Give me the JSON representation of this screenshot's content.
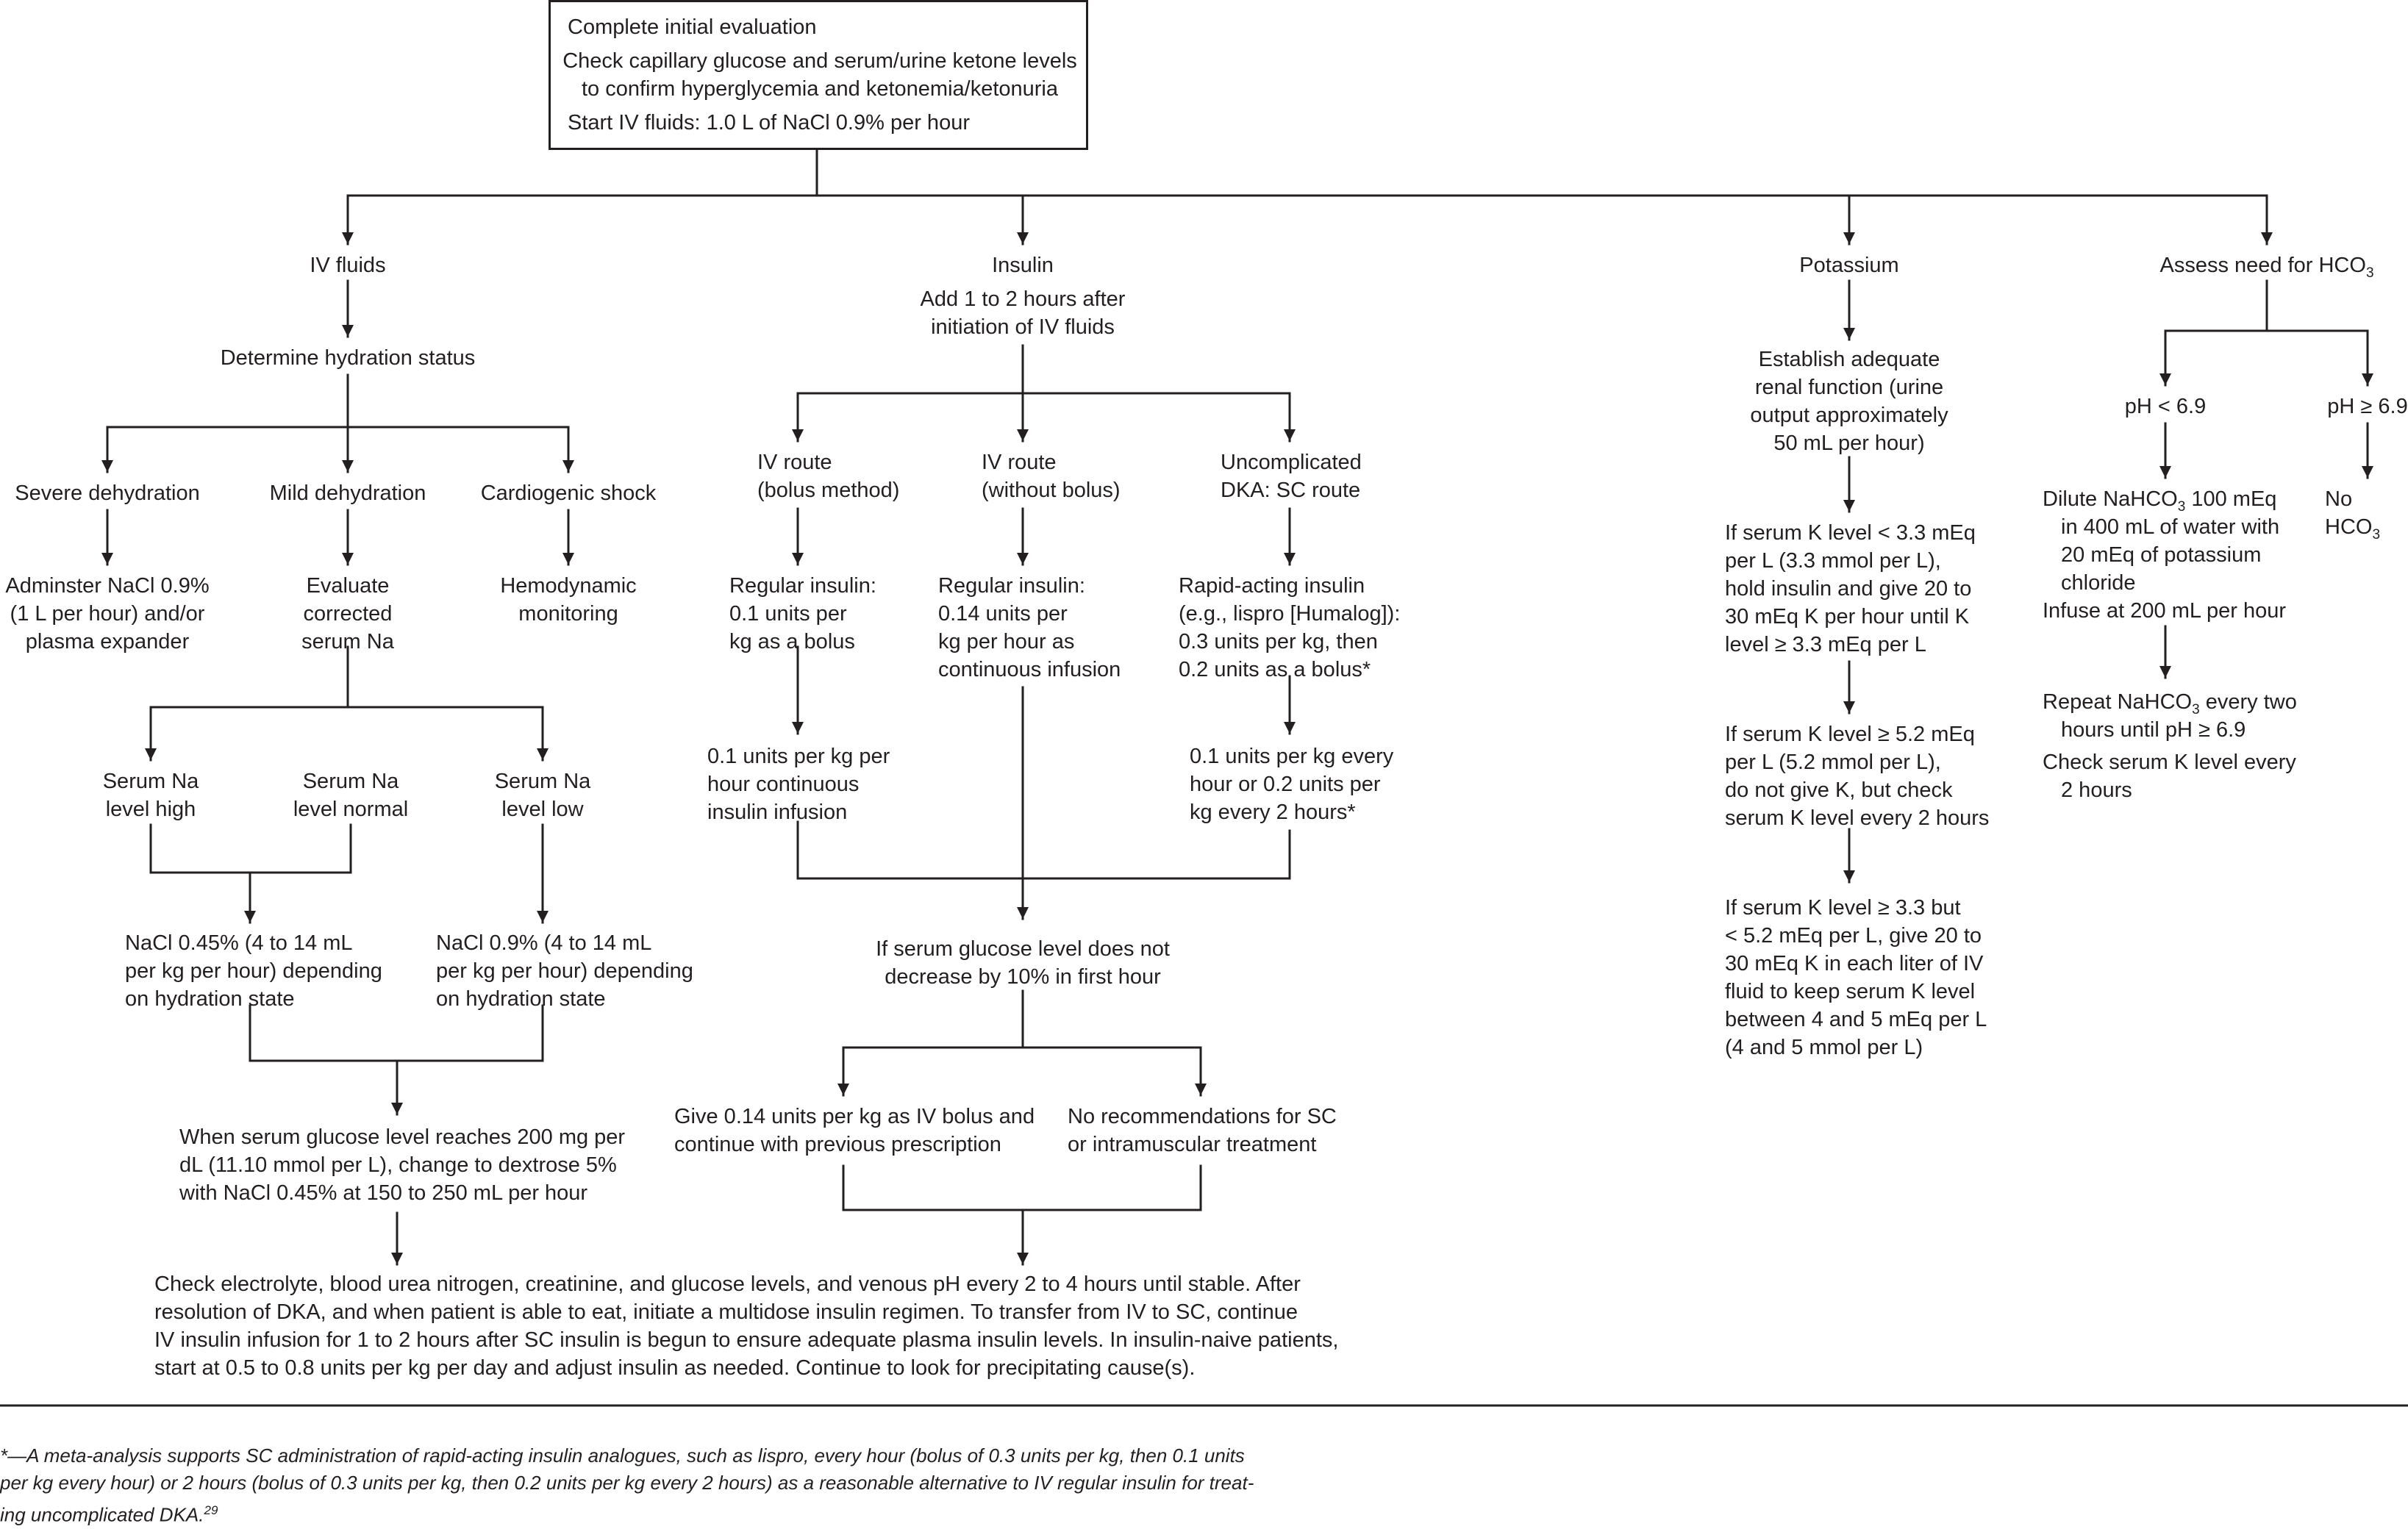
{
  "start": {
    "l1": "Complete initial evaluation",
    "l2": "Check capillary glucose and serum/urine ketone levels\nto confirm hyperglycemia and ketonemia/ketonuria",
    "l3": "Start IV fluids: 1.0 L of NaCl 0.9% per hour"
  },
  "ivfluids": {
    "title": "IV fluids",
    "hydration": "Determine hydration status",
    "severe": "Severe dehydration",
    "mild": "Mild dehydration",
    "shock": "Cardiogenic shock",
    "severe_action": "Adminster NaCl 0.9%\n(1 L per hour) and/or\nplasma expander",
    "evaluate": "Evaluate\ncorrected\nserum Na",
    "hemo": "Hemodynamic\nmonitoring",
    "na_high": "Serum Na\nlevel high",
    "na_normal": "Serum Na\nlevel normal",
    "na_low": "Serum Na\nlevel low",
    "nacl045": "NaCl 0.45% (4 to 14 mL\nper kg per hour) depending\non hydration state",
    "nacl09": "NaCl 0.9% (4 to 14 mL\nper kg per hour) depending\non hydration state",
    "glucose200": "When serum glucose level reaches 200 mg per\ndL (11.10 mmol per L), change to dextrose 5%\nwith NaCl 0.45% at 150 to 250 mL per hour"
  },
  "insulin": {
    "title": "Insulin",
    "timing": "Add 1 to 2 hours after\ninitiation of IV fluids",
    "route_bolus": "IV route\n(bolus method)",
    "route_nobolus": "IV route\n(without bolus)",
    "route_sc": "Uncomplicated\nDKA: SC route",
    "reg_bolus": "Regular insulin:\n0.1 units per\nkg as a bolus",
    "reg_cont": "Regular insulin:\n0.14 units per\nkg per hour as\ncontinuous infusion",
    "rapid": "Rapid-acting insulin\n(e.g., lispro [Humalog]):\n0.3 units per kg, then\n0.2 units as a bolus*",
    "inf01": "0.1 units per kg per\nhour continuous\ninsulin infusion",
    "sc_every": "0.1 units per kg every\nhour or 0.2 units per\nkg every 2 hours*",
    "no_decrease": "If serum glucose level does not\ndecrease by 10% in first hour",
    "give014": "Give 0.14 units per kg as IV bolus and\ncontinue with previous prescription",
    "no_rec": "No recommendations for SC\nor intramuscular treatment"
  },
  "potassium": {
    "title": "Potassium",
    "renal": "Establish adequate\nrenal function (urine\noutput approximately\n50 mL per hour)",
    "k_low": "If serum K level < 3.3 mEq\nper L (3.3 mmol per L),\nhold insulin and give 20 to\n30 mEq K per hour until K\nlevel ≥ 3.3 mEq per L",
    "k_high": "If serum K level ≥ 5.2 mEq\nper L (5.2 mmol per L),\ndo not give K, but check\nserum K level every 2 hours",
    "k_mid": "If serum K level ≥ 3.3 but\n< 5.2 mEq per L, give 20 to\n30 mEq K in each liter of IV\nfluid to keep serum K level\nbetween 4 and 5 mEq per L\n(4 and 5 mmol per L)"
  },
  "hco3": {
    "title": "Assess need for HCO",
    "sub3": "3",
    "ph_low": "pH < 6.9",
    "ph_high": "pH ≥ 6.9",
    "dilute_pre": "Dilute NaHCO",
    "dilute_post": " 100 mEq",
    "dilute_rest": "in 400 mL of water with\n20 mEq of potassium\nchloride",
    "infuse": "Infuse at 200 mL per hour",
    "repeat_pre": "Repeat NaHCO",
    "repeat_post": " every two",
    "repeat_rest": "hours until pH ≥ 6.9",
    "check_k": "Check serum K level every\n2 hours",
    "no_hco3": "No HCO"
  },
  "final": "Check electrolyte, blood urea nitrogen, creatinine, and glucose levels, and venous pH every 2 to 4 hours until stable. After\nresolution of DKA, and when patient is able to eat, initiate a multidose insulin regimen. To transfer from IV to SC, continue\nIV insulin infusion for 1 to 2 hours after SC insulin is begun to ensure adequate plasma insulin levels. In insulin-naive patients,\nstart at 0.5 to 0.8 units per kg per day and adjust insulin as needed. Continue to look for precipitating cause(s).",
  "footnote": {
    "text": "*—A meta-analysis supports SC administration of rapid-acting insulin analogues, such as lispro, every hour (bolus of 0.3 units per kg, then 0.1 units\nper kg every hour) or 2 hours (bolus of 0.3 units per kg, then 0.2 units per kg every 2 hours) as a reasonable alternative to IV regular insulin for treat-\ning uncomplicated DKA.",
    "ref": "29"
  }
}
